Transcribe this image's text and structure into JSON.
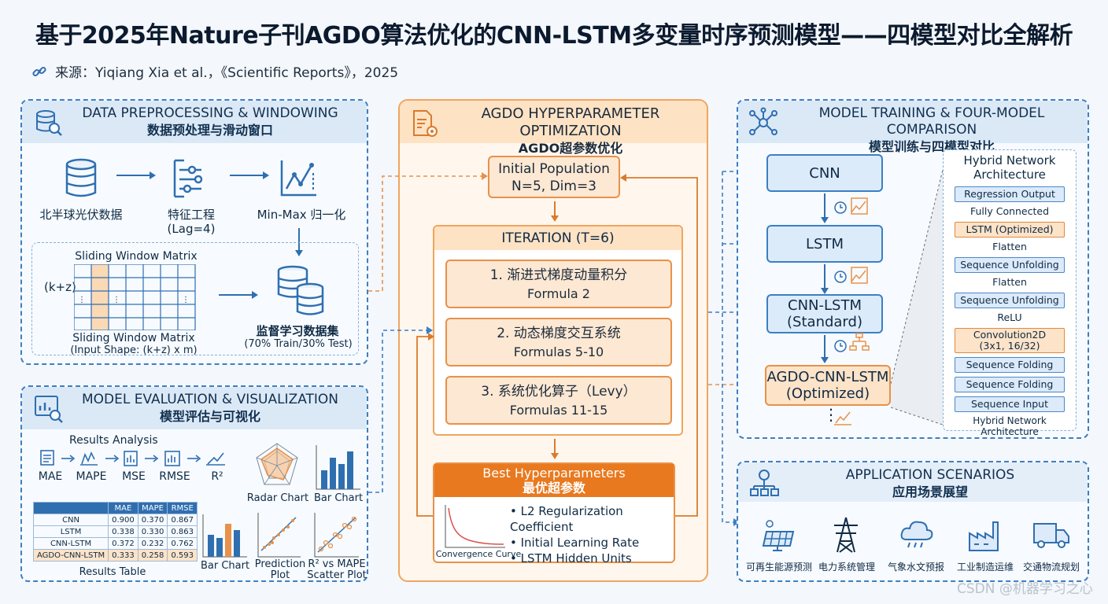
{
  "title": "基于2025年Nature子刊AGDO算法优化的CNN-LSTM多变量时序预测模型——四模型对比全解析",
  "source": "来源：Yiqiang Xia et al.，《Scientific Reports》，2025",
  "watermark": "CSDN @机器学习之心",
  "preprocessing": {
    "title_en": "DATA PREPROCESSING & WINDOWING",
    "title_zh": "数据预处理与滑动窗口",
    "step1": "北半球光伏数据",
    "step2": "特征工程",
    "step2_sub": "(Lag=4)",
    "step3": "Min-Max 归一化",
    "matrix_title": "Sliding Window Matrix",
    "matrix_rowlabel": "(k+z)",
    "matrix_caption": "Sliding Window Matrix",
    "matrix_shape": "(Input Shape: (k+z) x m)",
    "dataset": "监督学习数据集",
    "dataset_split": "(70% Train/30% Test)"
  },
  "evaluation": {
    "title_en": "MODEL EVALUATION & VISUALIZATION",
    "title_zh": "模型评估与可视化",
    "results_analysis": "Results Analysis",
    "metrics": [
      "MAE",
      "MAPE",
      "MSE",
      "RMSE",
      "R²"
    ],
    "table_headers": [
      "",
      "MAE",
      "MAPE",
      "RMSE"
    ],
    "table_rows": [
      [
        "CNN",
        "0.900",
        "0.370",
        "0.867"
      ],
      [
        "LSTM",
        "0.338",
        "0.330",
        "0.863"
      ],
      [
        "CNN-LSTM",
        "0.372",
        "0.232",
        "0.762"
      ],
      [
        "AGDO-CNN-LSTM",
        "0.333",
        "0.258",
        "0.593"
      ]
    ],
    "table_caption": "Results Table",
    "radar": "Radar Chart",
    "bar1": "Bar Chart",
    "bar2": "Bar Chart",
    "pred1": "Prediction",
    "pred2": "Plot",
    "scatter1": "R² vs MAPE",
    "scatter2": "Scatter Plot"
  },
  "agdo": {
    "title_en": "AGDO HYPERPARAMETER OPTIMIZATION",
    "title_zh": "AGDO超参数优化",
    "init1": "Initial Population",
    "init2": "N=5, Dim=3",
    "iteration": "ITERATION (T=6)",
    "steps": [
      {
        "name": "1. 渐进式梯度动量积分",
        "formula": "Formula 2"
      },
      {
        "name": "2. 动态梯度交互系统",
        "formula": "Formulas 5-10"
      },
      {
        "name": "3. 系统优化算子（Levy）",
        "formula": "Formulas 11-15"
      }
    ],
    "best_en": "Best Hyperparameters",
    "best_zh": "最优超参数",
    "params": [
      "L2 Regularization Coefficient",
      "Initial Learning Rate",
      "LSTM Hidden Units"
    ],
    "convergence": "Convergence Curve"
  },
  "training": {
    "title_en": "MODEL TRAINING & FOUR-MODEL COMPARISON",
    "title_zh": "模型训练与四模型对比",
    "models": [
      {
        "l1": "CNN",
        "l2": ""
      },
      {
        "l1": "LSTM",
        "l2": ""
      },
      {
        "l1": "CNN-LSTM",
        "l2": "(Standard)"
      },
      {
        "l1": "AGDO-CNN-LSTM",
        "l2": "(Optimized)"
      }
    ],
    "arch_title1": "Hybrid Network",
    "arch_title2": "Architecture",
    "layers": [
      "Regression Output",
      "Fully Connected",
      "LSTM (Optimized)",
      "Flatten",
      "Sequence Unfolding",
      "Flatten",
      "Sequence Unfolding",
      "ReLU",
      "Convolution2D",
      "(3x1, 16/32)",
      "Sequence Folding",
      "Sequence Folding",
      "Sequence Input"
    ],
    "arch_caption": "Hybrid Network Architecture"
  },
  "application": {
    "title_en": "APPLICATION SCENARIOS",
    "title_zh": "应用场景展望",
    "items": [
      "可再生能源预测",
      "电力系统管理",
      "气象水文预报",
      "工业制造运维",
      "交通物流规划"
    ]
  },
  "colors": {
    "blue": "#3b7fc4",
    "orange": "#e8914a",
    "dark": "#0f2a44"
  }
}
